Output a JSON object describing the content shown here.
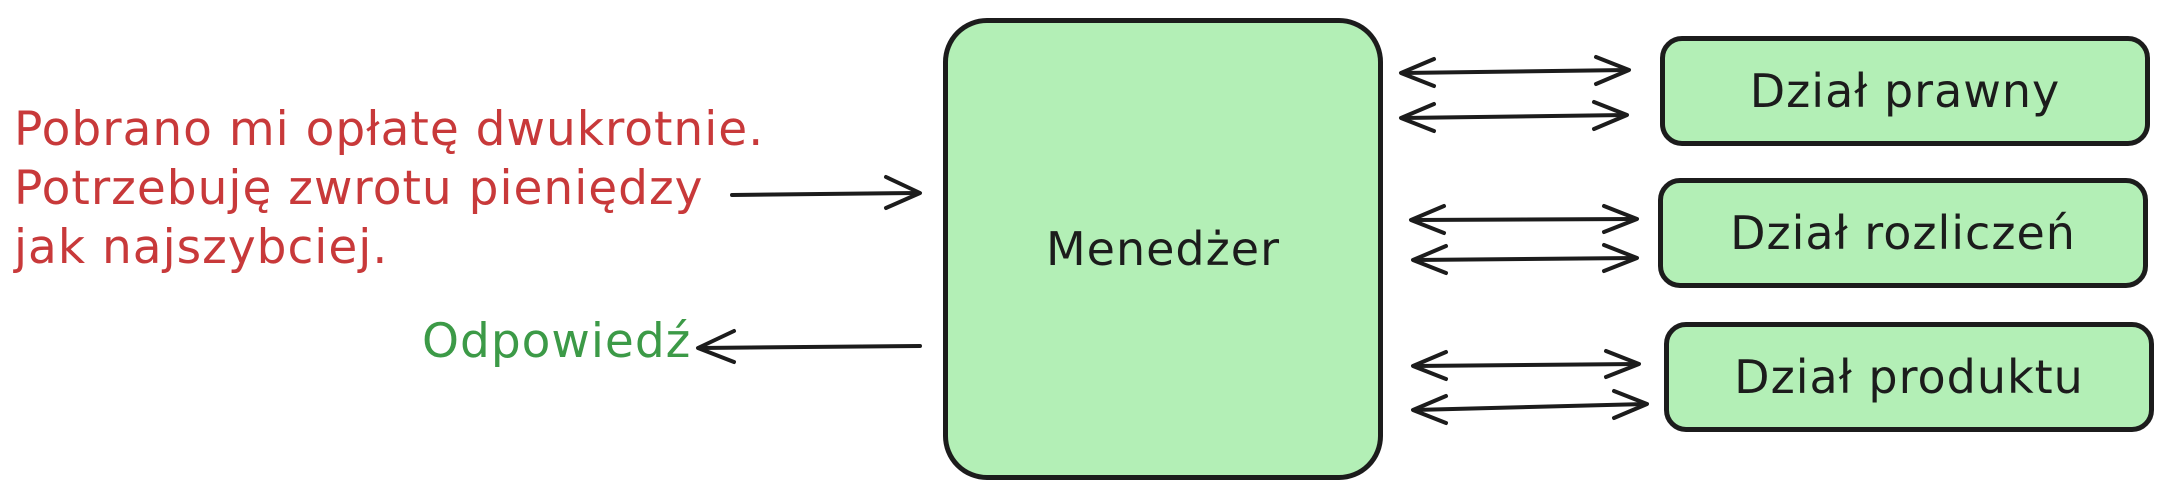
{
  "request": {
    "lines": [
      "Pobrano mi opłatę dwukrotnie.",
      "Potrzebuję zwrotu pieniędzy",
      "jak najszybciej."
    ],
    "color": "#c8393a"
  },
  "response": {
    "label": "Odpowiedź",
    "color": "#3c9a47"
  },
  "manager": {
    "label": "Menedżer"
  },
  "departments": [
    {
      "label": "Dział prawny"
    },
    {
      "label": "Dział rozliczeń"
    },
    {
      "label": "Dział produktu"
    }
  ],
  "colors": {
    "box_fill": "#b3efb6",
    "stroke": "#1c1c1c"
  }
}
